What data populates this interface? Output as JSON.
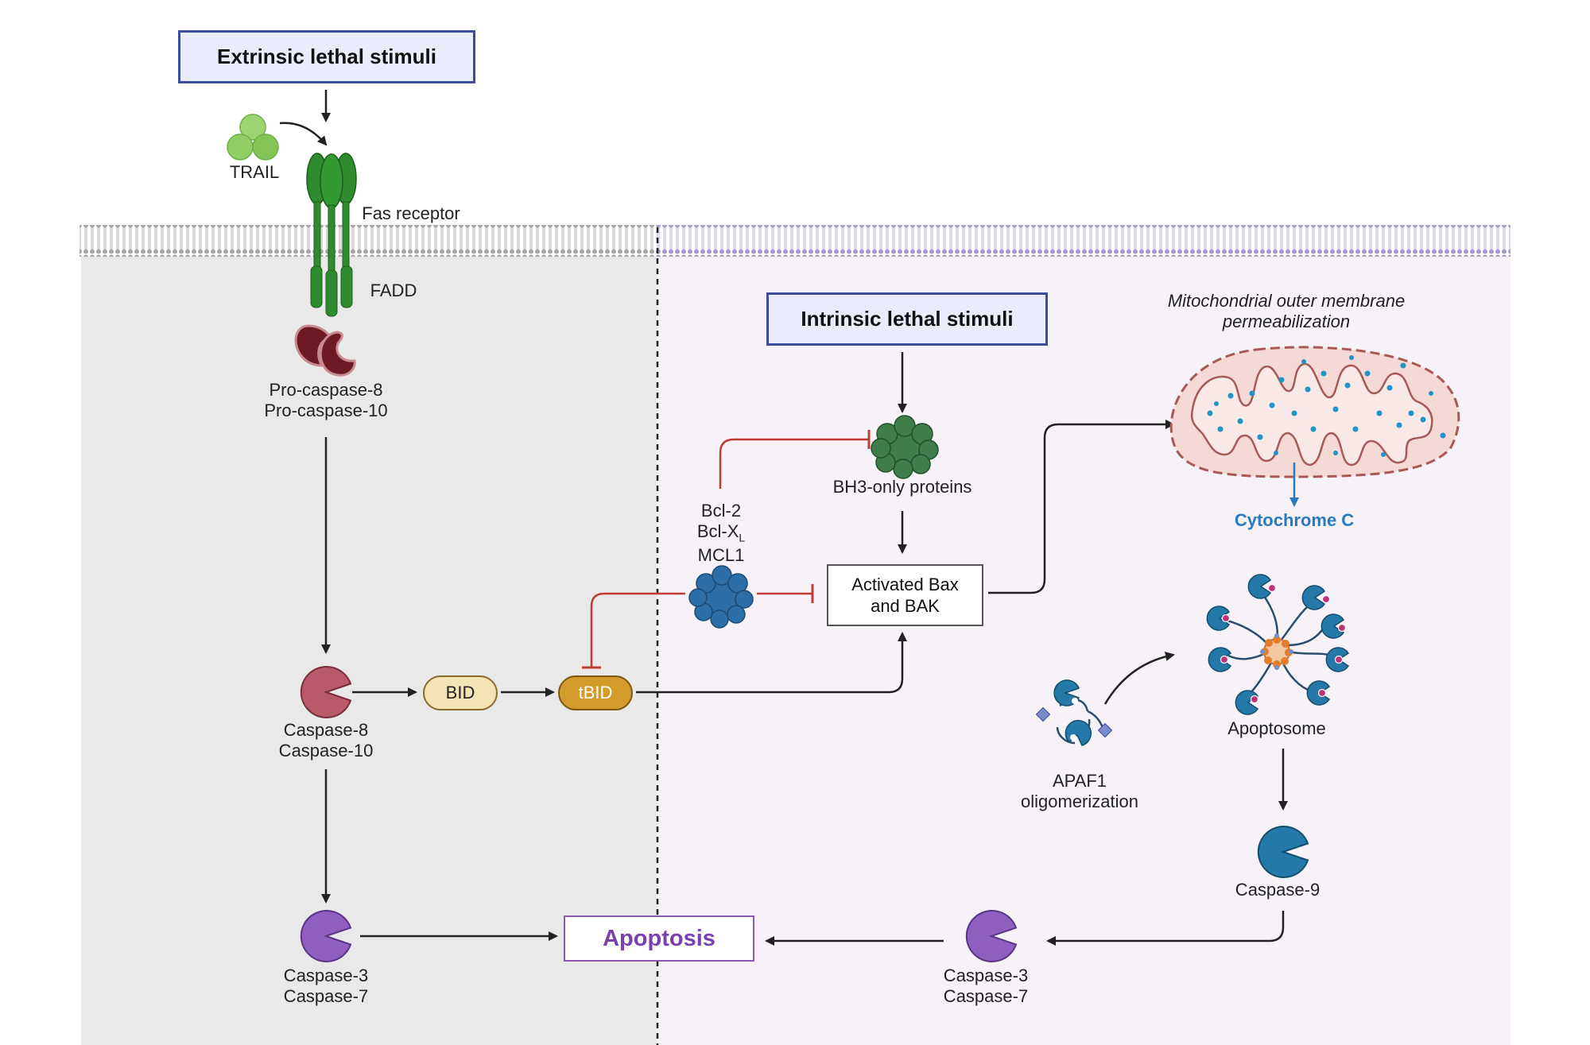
{
  "stimuli": {
    "extrinsic": "Extrinsic lethal stimuli",
    "intrinsic": "Intrinsic lethal stimuli"
  },
  "extrinsic": {
    "trail": "TRAIL",
    "fas_receptor": "Fas receptor",
    "fadd": "FADD",
    "procaspase_8": "Pro-caspase-8",
    "procaspase_10": "Pro-caspase-10",
    "caspase_8": "Caspase-8",
    "caspase_10": "Caspase-10",
    "caspase_3": "Caspase-3",
    "caspase_7": "Caspase-7",
    "bid": "BID",
    "tbid": "tBID"
  },
  "intrinsic": {
    "bh3": "BH3-only proteins",
    "bcl2": "Bcl-2",
    "bclxl_main": "Bcl-X",
    "bclxl_sub": "L",
    "mcl1": "MCL1",
    "bax_line1": "Activated Bax",
    "bax_line2": "and BAK",
    "momp_line1": "Mitochondrial outer membrane",
    "momp_line2": "permeabilization",
    "cytochrome": "Cytochrome C",
    "apaf1_line1": "APAF1",
    "apaf1_line2": "oligomerization",
    "apoptosome": "Apoptosome",
    "caspase_9": "Caspase-9",
    "caspase_3": "Caspase-3",
    "caspase_7": "Caspase-7"
  },
  "outcome": "Apoptosis",
  "colors": {
    "stimulus_fill": "#e9ecfa",
    "stimulus_border": "#3d4d9c",
    "extrinsic_bg": "#e9e9e9",
    "intrinsic_bg": "#f6f2f8",
    "receptor_green": "#2e8b2e",
    "trail_green": "#8fcf63",
    "procaspase": "#6e1a24",
    "caspase_8": "#b95a6b",
    "caspase_3": "#8e5fbf",
    "caspase_9": "#2479a8",
    "bid_fill": "#f3e3b5",
    "tbid_fill": "#d49a2a",
    "bh3_green": "#3f7d4b",
    "bcl2_blue": "#2c6ea8",
    "inhibition_red": "#c23b32",
    "mito_fill": "#f5d9d5",
    "mito_border": "#a65a55",
    "cytochrome_blue": "#2a7bbd",
    "apoptosis_purple": "#7b3fb0"
  }
}
